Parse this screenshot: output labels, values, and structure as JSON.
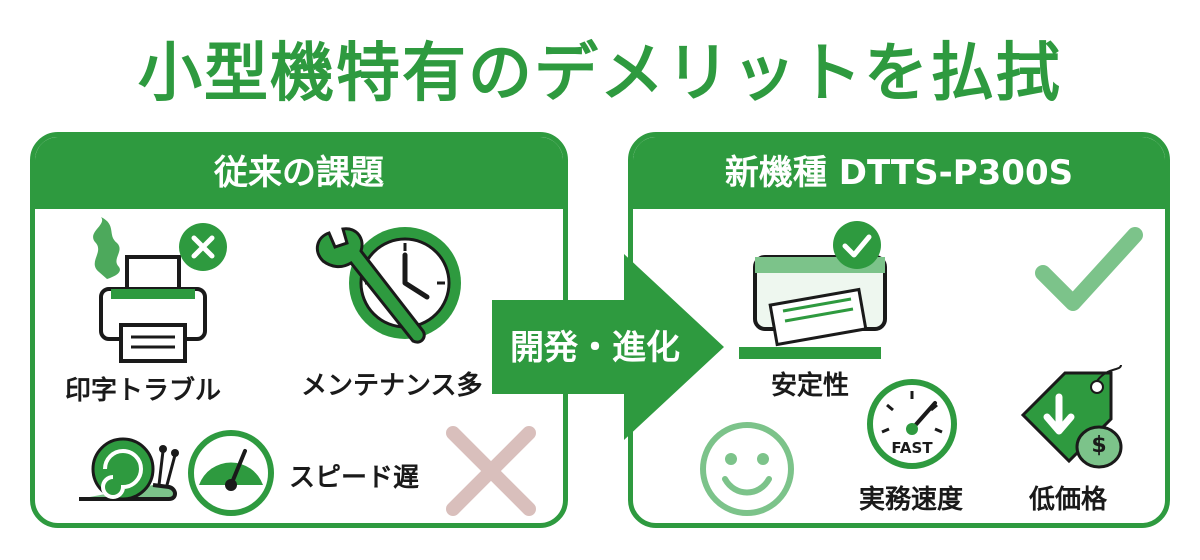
{
  "title": "小型機特有のデメリットを払拭",
  "left_panel": {
    "heading": "従来の課題",
    "items": {
      "print_trouble": "印字トラブル",
      "maintenance": "メンテナンス多",
      "slow_speed": "スピード遅"
    }
  },
  "transition": {
    "label": "開発・進化"
  },
  "right_panel": {
    "heading": "新機種 DTTS-P300S",
    "items": {
      "stability": "安定性",
      "speed": "実務速度",
      "speed_badge": "FAST",
      "price": "低価格",
      "price_symbol": "$"
    }
  },
  "colors": {
    "brand_green": "#2e9a3f",
    "light_green": "#7cc38a",
    "cross_color": "#d9bfbc"
  }
}
